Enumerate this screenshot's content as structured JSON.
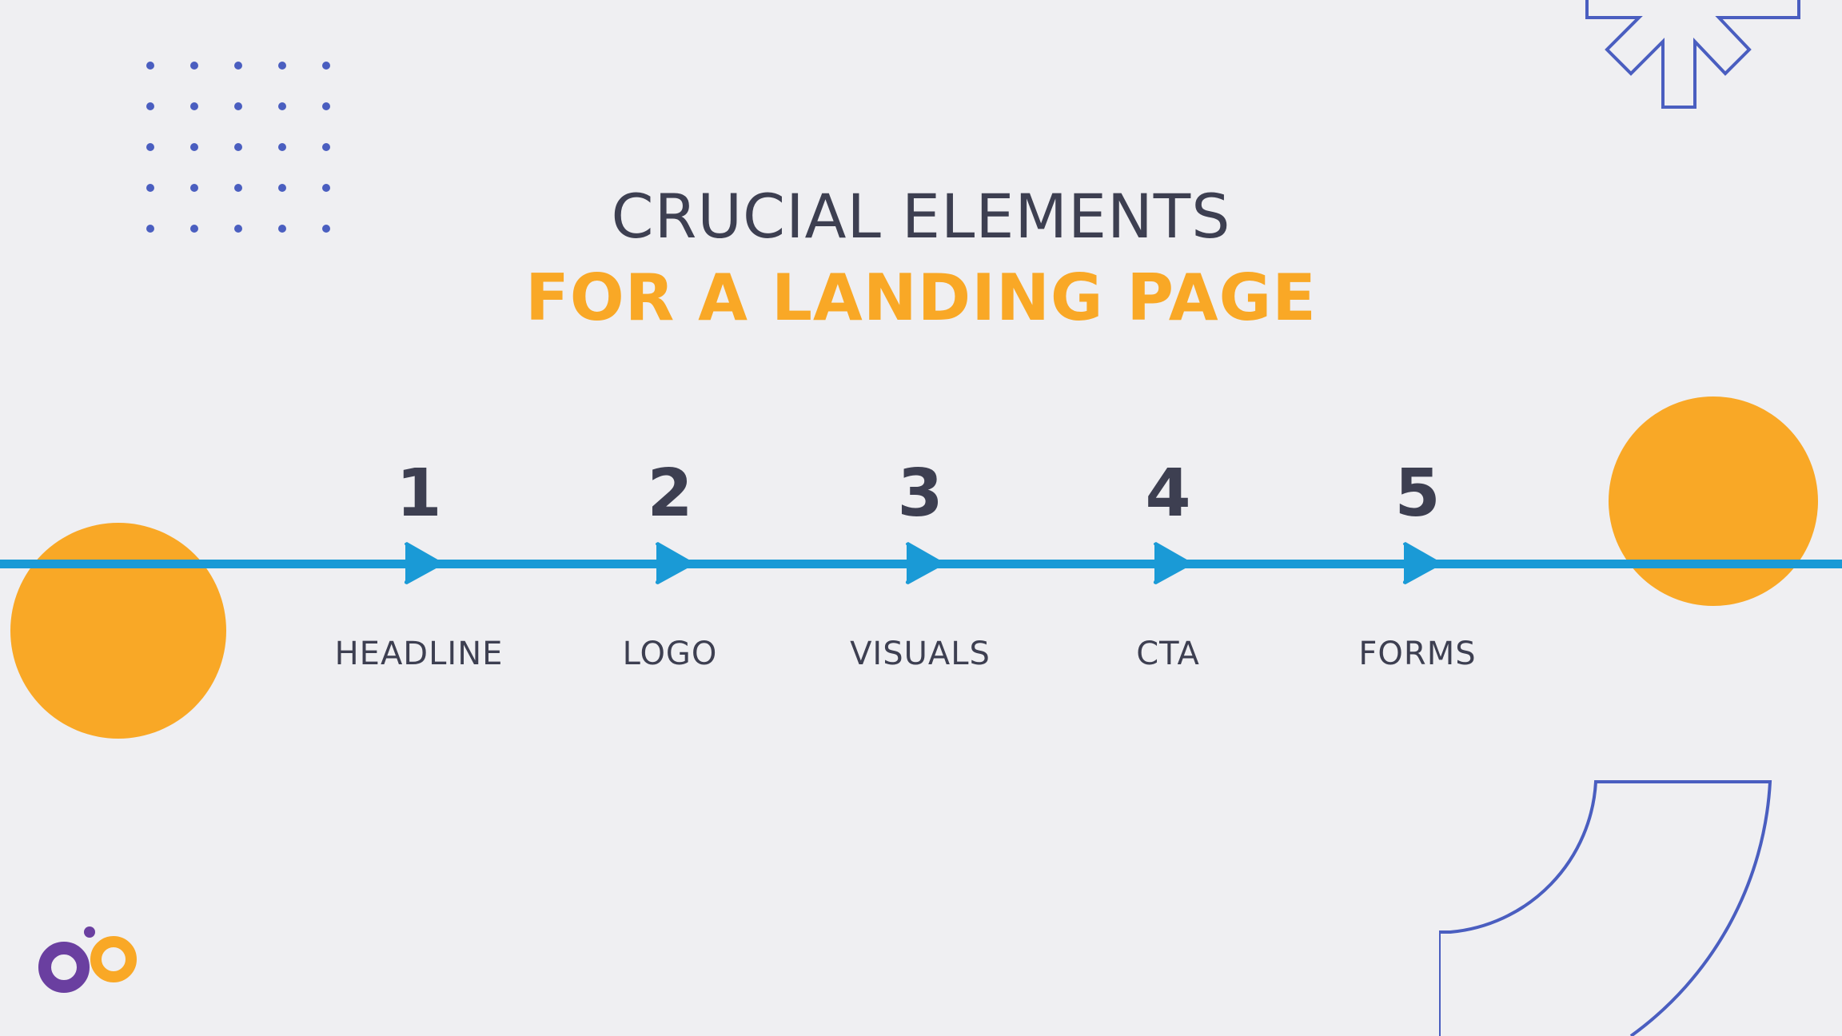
{
  "title": {
    "line1": "CRUCIAL ELEMENTS",
    "line2": "FOR A LANDING PAGE"
  },
  "steps": [
    {
      "number": "1",
      "label": "HEADLINE"
    },
    {
      "number": "2",
      "label": "LOGO"
    },
    {
      "number": "3",
      "label": "VISUALS"
    },
    {
      "number": "4",
      "label": "CTA"
    },
    {
      "number": "5",
      "label": "FORMS"
    }
  ],
  "colors": {
    "background": "#efeff2",
    "dark_text": "#3d3f51",
    "accent_orange": "#f9a826",
    "timeline_blue": "#1a9ad6",
    "outline_blue": "#4a5ec0",
    "logo_purple": "#6a3fa0"
  },
  "icons": {
    "dot_grid": "dot-grid-decoration",
    "asterisk": "asterisk-outline-decoration",
    "arc": "arc-outline-decoration",
    "arrow": "arrow-right-icon",
    "logo": "brand-logo-icon"
  }
}
